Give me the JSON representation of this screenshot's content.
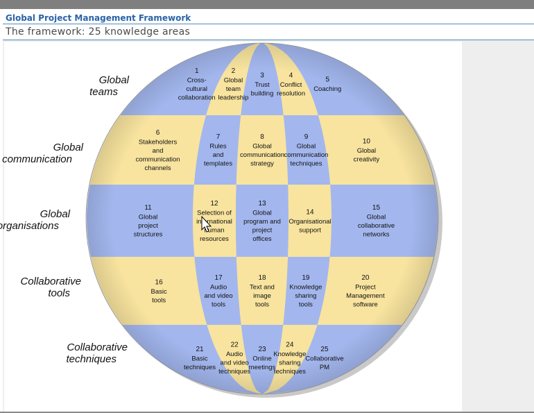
{
  "header": {
    "app_title": "Global Project Management Framework",
    "subtitle": "The framework: 25 knowledge areas"
  },
  "colors": {
    "blue": "#a3b7ee",
    "yellow": "#f8e49f",
    "accent": "#2a63a8"
  },
  "rows": [
    {
      "label": [
        "Global",
        "teams"
      ]
    },
    {
      "label": [
        "Global",
        "communication"
      ]
    },
    {
      "label": [
        "Global",
        "organisations"
      ]
    },
    {
      "label": [
        "Collaborative",
        "tools"
      ]
    },
    {
      "label": [
        "Collaborative",
        "techniques"
      ]
    }
  ],
  "cells": [
    {
      "num": "1",
      "text": [
        "Cross-",
        "cultural",
        "collaboration"
      ],
      "color": "blue"
    },
    {
      "num": "2",
      "text": [
        "Global",
        "team",
        "leadership"
      ],
      "color": "yellow"
    },
    {
      "num": "3",
      "text": [
        "Trust",
        "building"
      ],
      "color": "blue"
    },
    {
      "num": "4",
      "text": [
        "Conflict",
        "resolution"
      ],
      "color": "yellow"
    },
    {
      "num": "5",
      "text": [
        "Coaching"
      ],
      "color": "blue"
    },
    {
      "num": "6",
      "text": [
        "Stakeholders",
        "and",
        "communication",
        "channels"
      ],
      "color": "yellow"
    },
    {
      "num": "7",
      "text": [
        "Rules",
        "and",
        "templates"
      ],
      "color": "blue"
    },
    {
      "num": "8",
      "text": [
        "Global",
        "communication",
        "strategy"
      ],
      "color": "yellow"
    },
    {
      "num": "9",
      "text": [
        "Global",
        "communication",
        "techniques"
      ],
      "color": "blue"
    },
    {
      "num": "10",
      "text": [
        "Global",
        "creativity"
      ],
      "color": "yellow"
    },
    {
      "num": "11",
      "text": [
        "Global",
        "project",
        "structures"
      ],
      "color": "blue"
    },
    {
      "num": "12",
      "text": [
        "Selection of",
        "international",
        "human",
        "resources"
      ],
      "color": "yellow"
    },
    {
      "num": "13",
      "text": [
        "Global",
        "program and",
        "project",
        "offices"
      ],
      "color": "blue"
    },
    {
      "num": "14",
      "text": [
        "Organisational",
        "support"
      ],
      "color": "yellow"
    },
    {
      "num": "15",
      "text": [
        "Global",
        "collaborative",
        "networks"
      ],
      "color": "blue"
    },
    {
      "num": "16",
      "text": [
        "Basic",
        "tools"
      ],
      "color": "yellow"
    },
    {
      "num": "17",
      "text": [
        "Audio",
        "and video",
        "tools"
      ],
      "color": "blue"
    },
    {
      "num": "18",
      "text": [
        "Text and",
        "image",
        "tools"
      ],
      "color": "yellow"
    },
    {
      "num": "19",
      "text": [
        "Knowledge",
        "sharing",
        "tools"
      ],
      "color": "blue"
    },
    {
      "num": "20",
      "text": [
        "Project",
        "Management",
        "software"
      ],
      "color": "yellow"
    },
    {
      "num": "21",
      "text": [
        "Basic",
        "techniques"
      ],
      "color": "blue"
    },
    {
      "num": "22",
      "text": [
        "Audio",
        "and video",
        "techniques"
      ],
      "color": "yellow"
    },
    {
      "num": "23",
      "text": [
        "Online",
        "meetings"
      ],
      "color": "blue"
    },
    {
      "num": "24",
      "text": [
        "Knowledge",
        "sharing",
        "techniques"
      ],
      "color": "yellow"
    },
    {
      "num": "25",
      "text": [
        "Collaborative",
        "PM"
      ],
      "color": "blue"
    }
  ]
}
